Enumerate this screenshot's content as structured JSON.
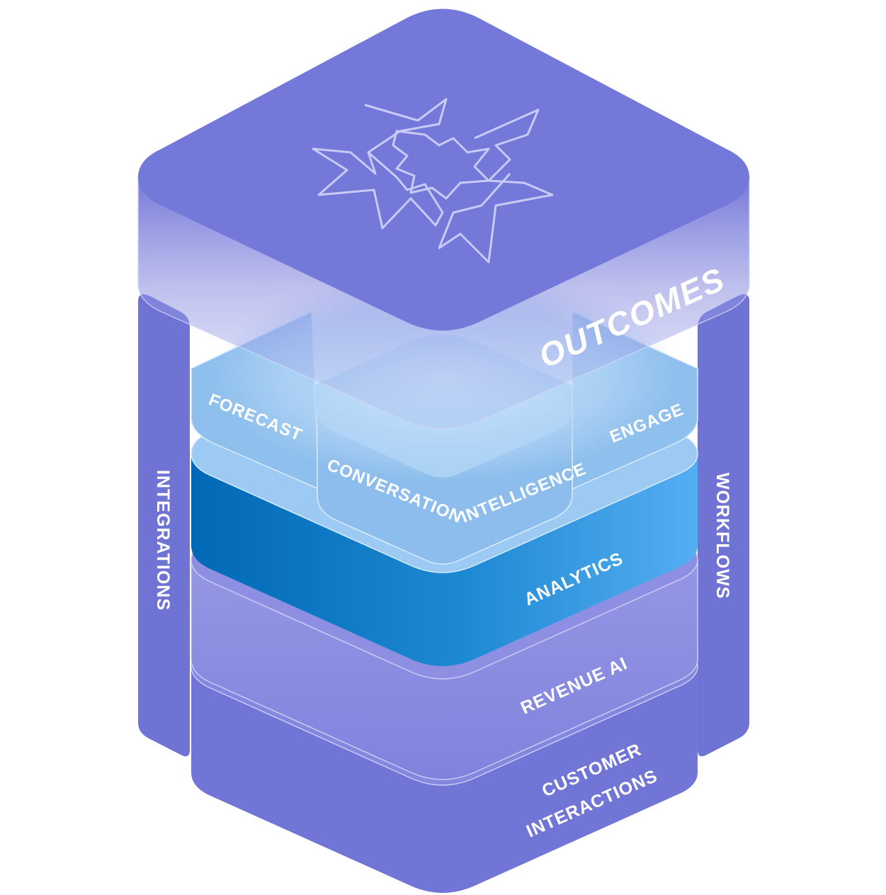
{
  "diagram": {
    "layers": {
      "outcomes": "OUTCOMES",
      "forecast": "FORECAST",
      "conversation": "CONVERSATION",
      "intelligence": "INTELLIGENCE",
      "engage": "ENGAGE",
      "analytics": "ANALYTICS",
      "revenue_ai": "REVENUE AI",
      "customer_interactions_line1": "CUSTOMER",
      "customer_interactions_line2": "INTERACTIONS"
    },
    "pillars": {
      "left": "INTEGRATIONS",
      "right": "WORKFLOWS"
    },
    "colors": {
      "purple": "#7478d8",
      "purple_light": "#8a8ee0",
      "blue_dark": "#0572ba",
      "blue_light": "#4fa8ee",
      "sky": "#8fc0ee",
      "white": "#ffffff"
    },
    "icon": "star-burst-logo-icon"
  }
}
